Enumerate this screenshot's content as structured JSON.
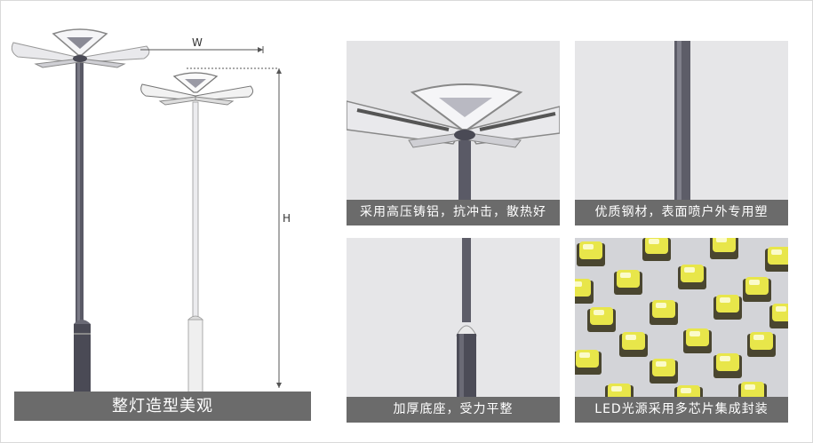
{
  "main": {
    "caption": "整灯造型美观",
    "width_label": "W",
    "height_label": "H"
  },
  "tiles": [
    {
      "caption": "采用高压铸铝，抗冲击，散热好"
    },
    {
      "caption": "优质钢材，表面喷户外专用塑"
    },
    {
      "caption": "加厚底座，受力平整"
    },
    {
      "caption": "LED光源采用多芯片集成封装"
    }
  ],
  "colors": {
    "caption_bg": "#6b6b6b",
    "caption_text": "#ffffff",
    "pole_dark": "#55555f",
    "pole_light": "#e8e8e8",
    "led_yellow": "#e8e64a"
  }
}
